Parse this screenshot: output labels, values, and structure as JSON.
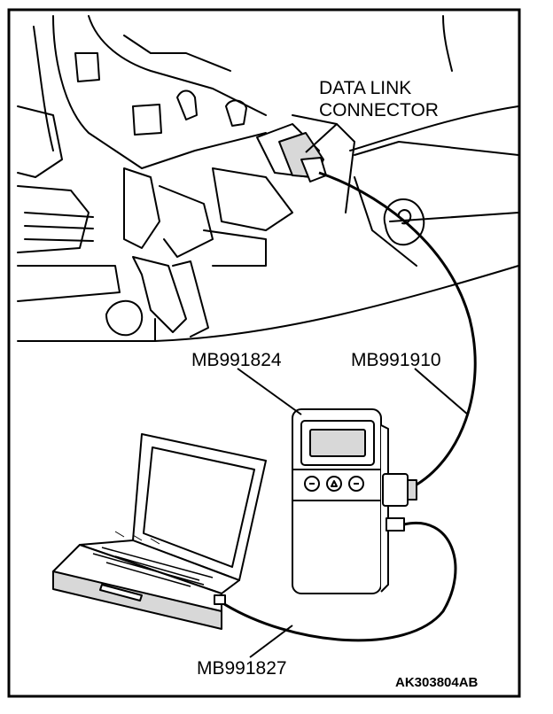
{
  "labels": {
    "data_link_connector_line1": "DATA LINK",
    "data_link_connector_line2": "CONNECTOR",
    "mb991824": "MB991824",
    "mb991910": "MB991910",
    "mb991827": "MB991827"
  },
  "figure_code": "AK303804AB",
  "colors": {
    "line": "#000000",
    "background": "#ffffff",
    "shade": "#d8d8d8"
  }
}
